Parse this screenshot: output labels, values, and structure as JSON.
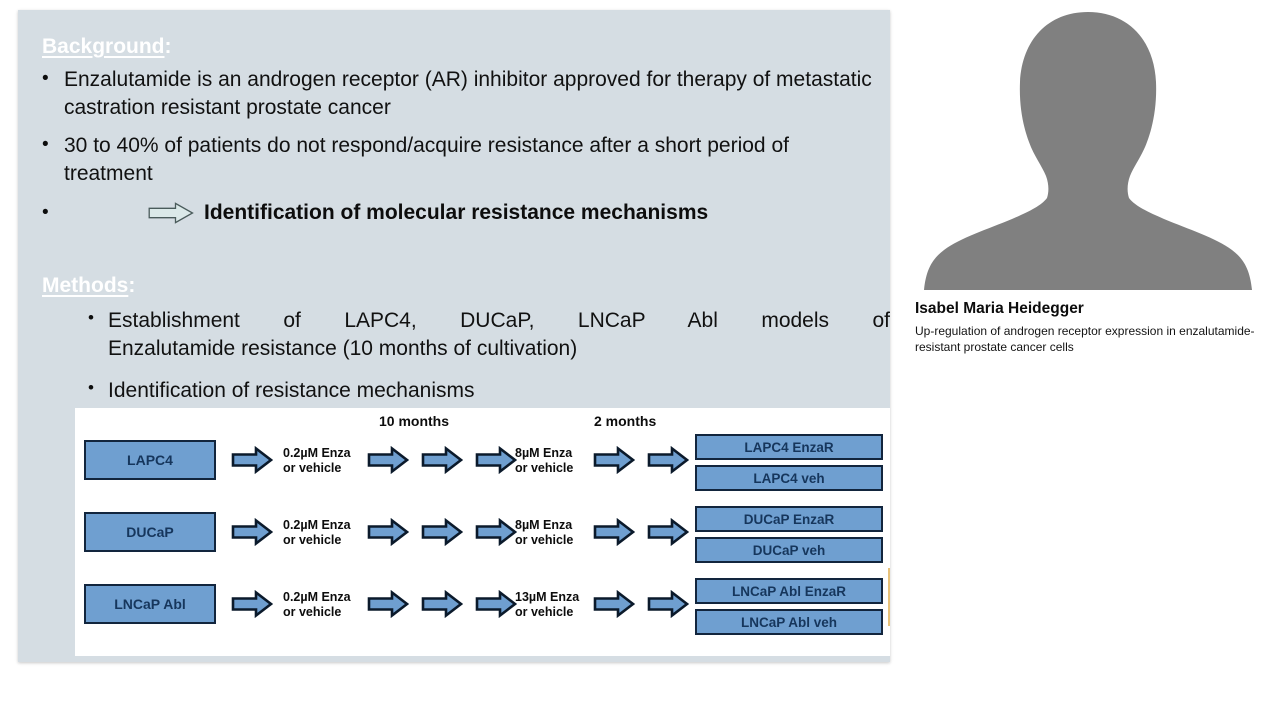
{
  "slide": {
    "background_section": {
      "heading": "Background",
      "heading_suffix": ":",
      "bullets": [
        "Enzalutamide is an androgen receptor (AR) inhibitor approved for therapy of metastatic castration resistant prostate cancer",
        "30 to 40% of patients do not respond/acquire resistance after a short period of treatment"
      ],
      "bullet_marker": "•",
      "callout": {
        "icon": "right-block-arrow",
        "text": "Identification of molecular resistance mechanisms"
      }
    },
    "methods_section": {
      "heading": "Methods",
      "heading_suffix": ":",
      "bullet_marker": "•",
      "bullets_line1": "Establishment of LAPC4, DUCaP, LNCaP Abl models of",
      "bullets_line2": "Enzalutamide resistance (10 months of cultivation)",
      "bullet2": "Identification of resistance mechanisms"
    },
    "diagram": {
      "phase_labels": {
        "long": "10 months",
        "short": "2 months"
      },
      "rows": [
        {
          "cell_line": "LAPC4",
          "dose_low_line1": "0.2µM Enza",
          "dose_low_line2": "or vehicle",
          "dose_high_line1": "8µM Enza",
          "dose_high_line2": "or vehicle",
          "results": [
            "LAPC4 EnzaR",
            "LAPC4 veh"
          ]
        },
        {
          "cell_line": "DUCaP",
          "dose_low_line1": "0.2µM Enza",
          "dose_low_line2": "or vehicle",
          "dose_high_line1": "8µM Enza",
          "dose_high_line2": "or vehicle",
          "results": [
            "DUCaP EnzaR",
            "DUCaP veh"
          ]
        },
        {
          "cell_line": "LNCaP Abl",
          "dose_low_line1": "0.2µM Enza",
          "dose_low_line2": "or vehicle",
          "dose_high_line1": "13µM Enza",
          "dose_high_line2": "or vehicle",
          "results": [
            "LNCaP Abl EnzaR",
            "LNCaP Abl veh"
          ]
        }
      ]
    }
  },
  "speaker": {
    "avatar_icon": "person-silhouette-avatar",
    "name": "Isabel Maria Heidegger",
    "talk_title": "Up-regulation of androgen receptor expression in enzalutamide-resistant prostate cancer cells"
  },
  "colors": {
    "panel_background": "#d5dde3",
    "box_blue": "#6f9fd0",
    "box_border": "#12253d",
    "box_text": "#16365c",
    "heading_white": "#ffffff",
    "avatar_gray": "#808080",
    "edge_accent": "#e8c27a"
  }
}
